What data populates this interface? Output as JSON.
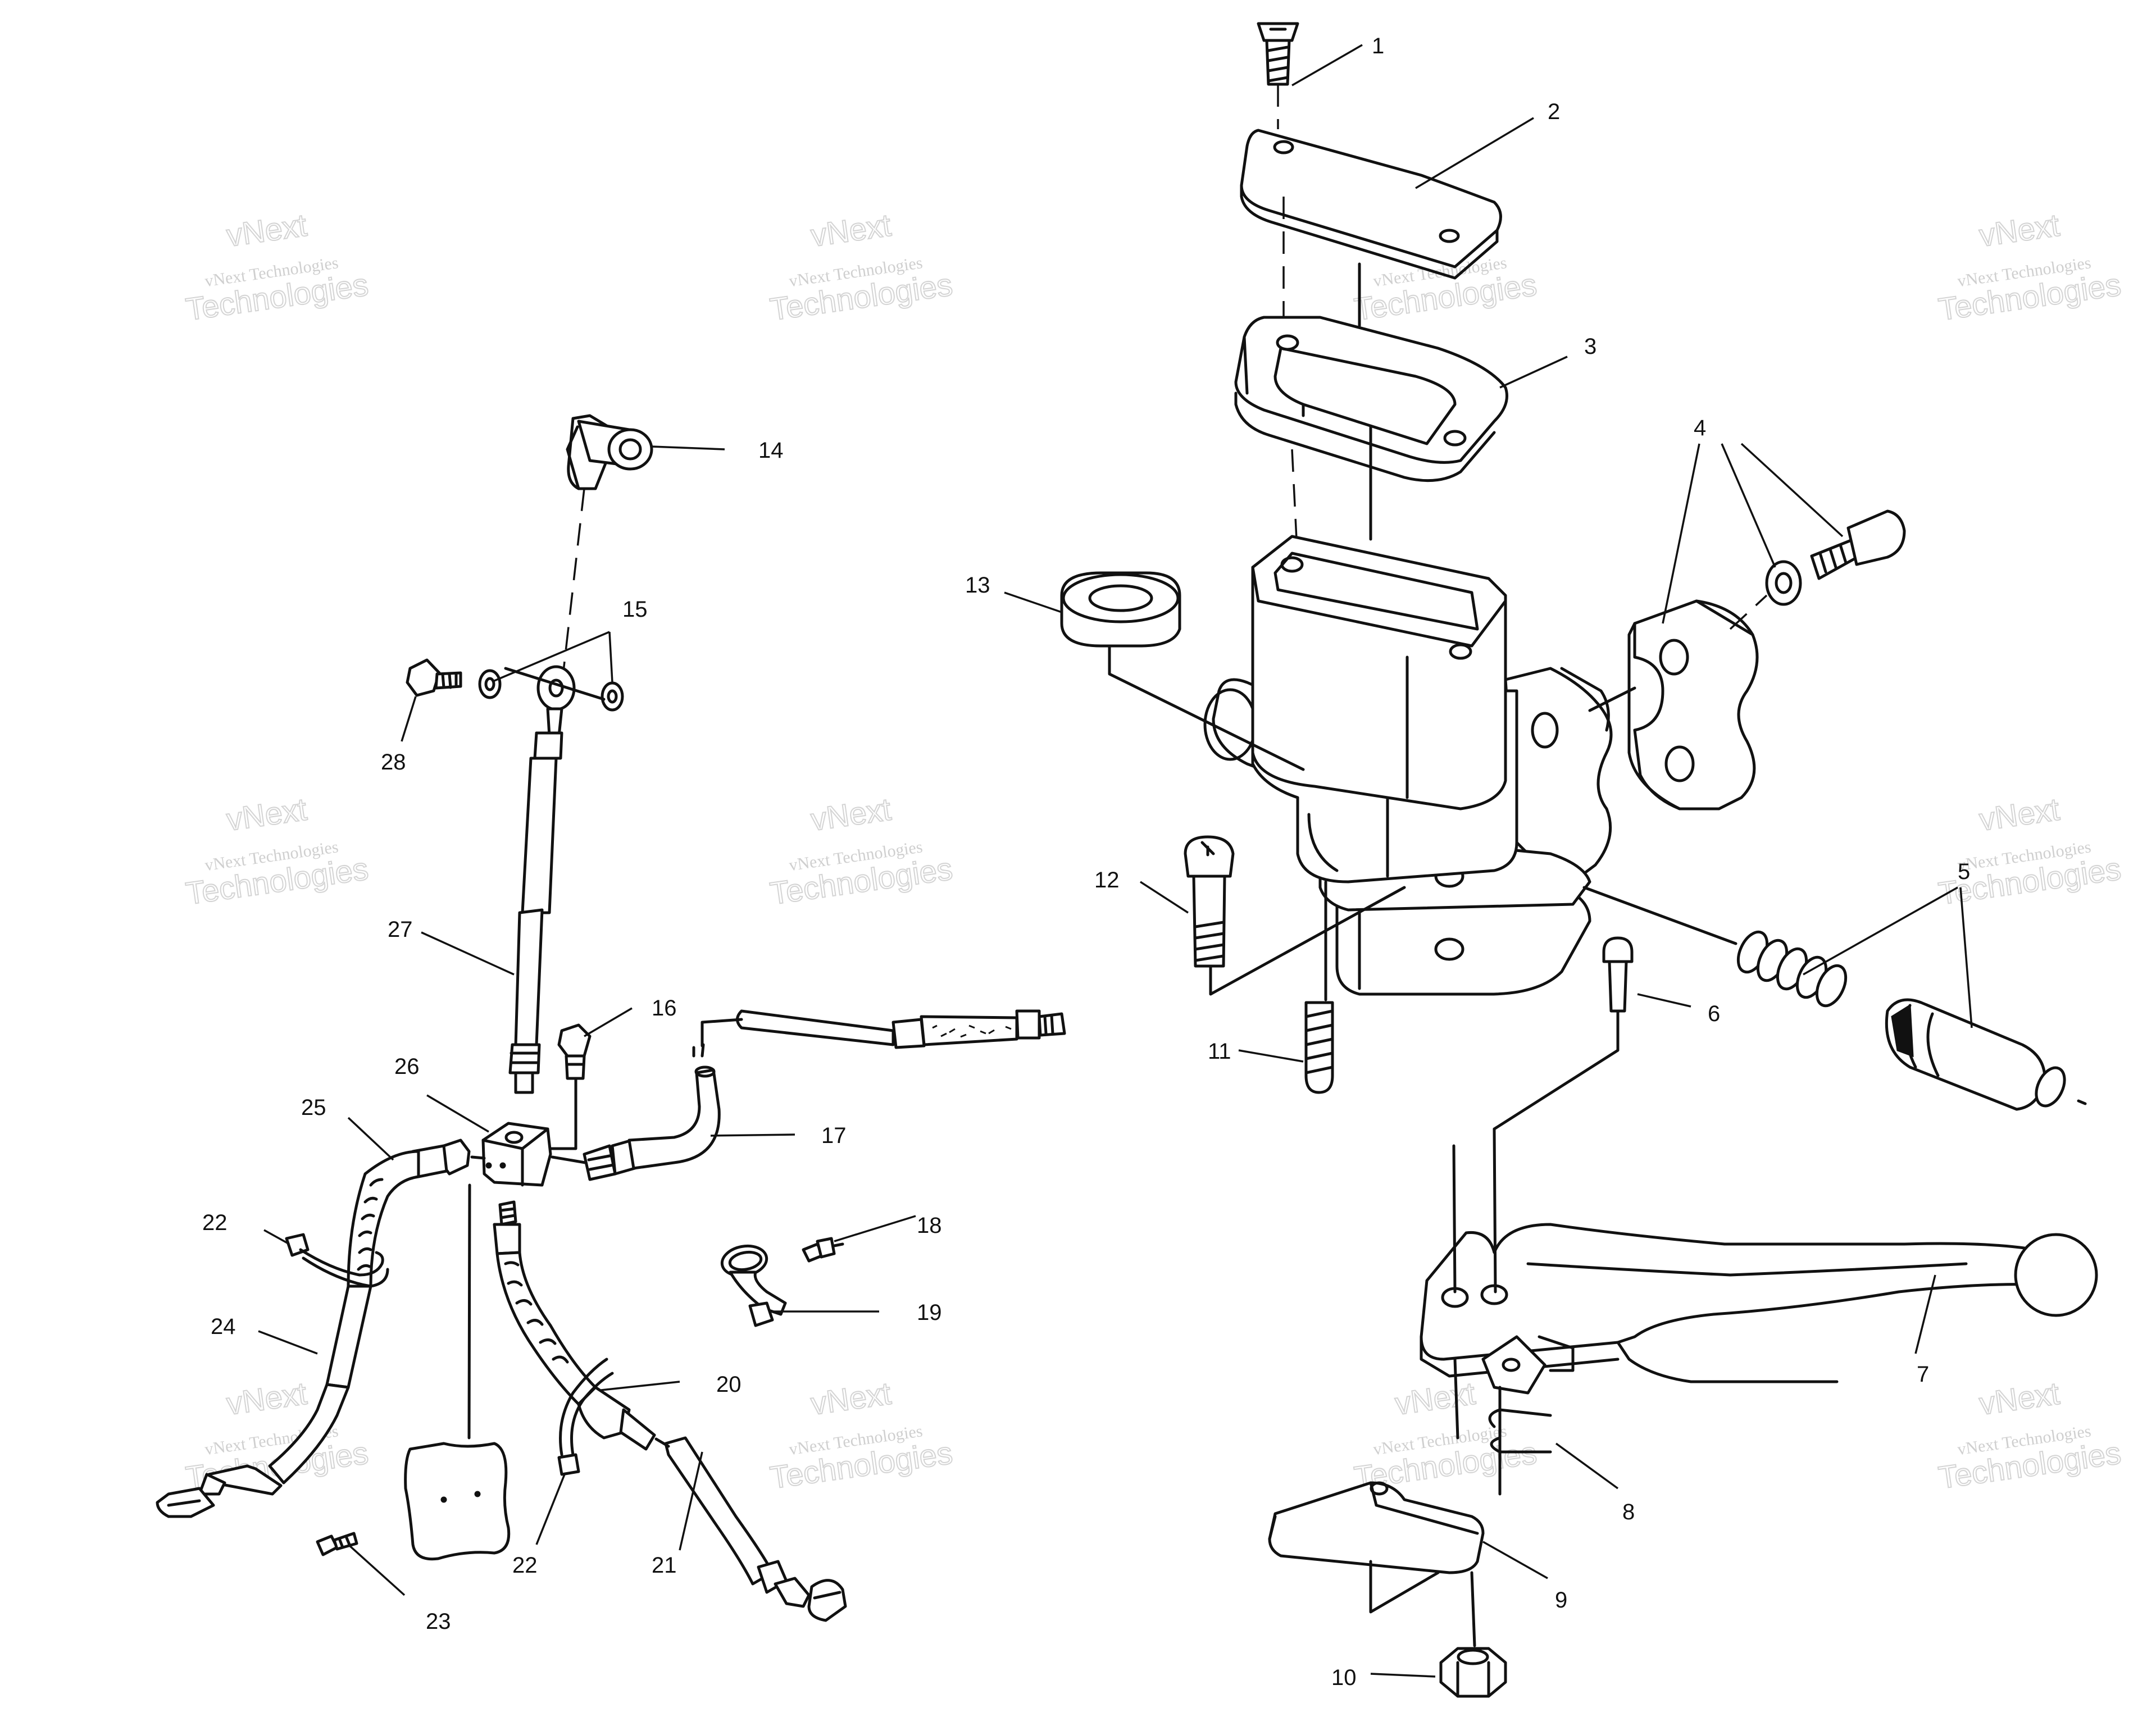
{
  "watermark": {
    "line1": "vNext",
    "line2": "vNext Technologies",
    "line3": "Technologies"
  },
  "callouts": [
    {
      "id": "1",
      "label": "1"
    },
    {
      "id": "2",
      "label": "2"
    },
    {
      "id": "3",
      "label": "3"
    },
    {
      "id": "4",
      "label": "4"
    },
    {
      "id": "5",
      "label": "5"
    },
    {
      "id": "6",
      "label": "6"
    },
    {
      "id": "7",
      "label": "7"
    },
    {
      "id": "8",
      "label": "8"
    },
    {
      "id": "9",
      "label": "9"
    },
    {
      "id": "10",
      "label": "10"
    },
    {
      "id": "11",
      "label": "11"
    },
    {
      "id": "12",
      "label": "12"
    },
    {
      "id": "13",
      "label": "13"
    },
    {
      "id": "14",
      "label": "14"
    },
    {
      "id": "15",
      "label": "15"
    },
    {
      "id": "16",
      "label": "16"
    },
    {
      "id": "17",
      "label": "17"
    },
    {
      "id": "18",
      "label": "18"
    },
    {
      "id": "19",
      "label": "19"
    },
    {
      "id": "20",
      "label": "20"
    },
    {
      "id": "21",
      "label": "21"
    },
    {
      "id": "22a",
      "label": "22"
    },
    {
      "id": "22b",
      "label": "22"
    },
    {
      "id": "23",
      "label": "23"
    },
    {
      "id": "24",
      "label": "24"
    },
    {
      "id": "25",
      "label": "25"
    },
    {
      "id": "26",
      "label": "26"
    },
    {
      "id": "27",
      "label": "27"
    },
    {
      "id": "28",
      "label": "28"
    }
  ]
}
